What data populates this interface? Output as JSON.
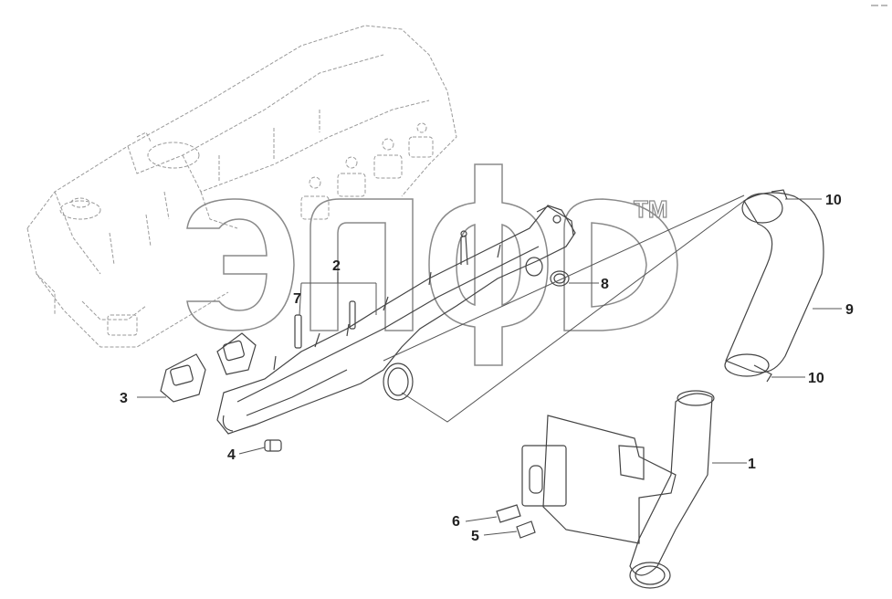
{
  "diagram": {
    "callouts": [
      {
        "id": "1",
        "label": "1"
      },
      {
        "id": "2",
        "label": "2"
      },
      {
        "id": "3",
        "label": "3"
      },
      {
        "id": "4",
        "label": "4"
      },
      {
        "id": "5",
        "label": "5"
      },
      {
        "id": "6",
        "label": "6"
      },
      {
        "id": "7",
        "label": "7"
      },
      {
        "id": "8",
        "label": "8"
      },
      {
        "id": "9",
        "label": "9"
      },
      {
        "id": "10a",
        "label": "10"
      },
      {
        "id": "10b",
        "label": "10"
      }
    ],
    "watermark": {
      "brand": "элф",
      "trademark": "TM"
    },
    "colors": {
      "line": "#555555",
      "engine": "#9a9a9a",
      "watermark": "#8a8a8a"
    }
  }
}
